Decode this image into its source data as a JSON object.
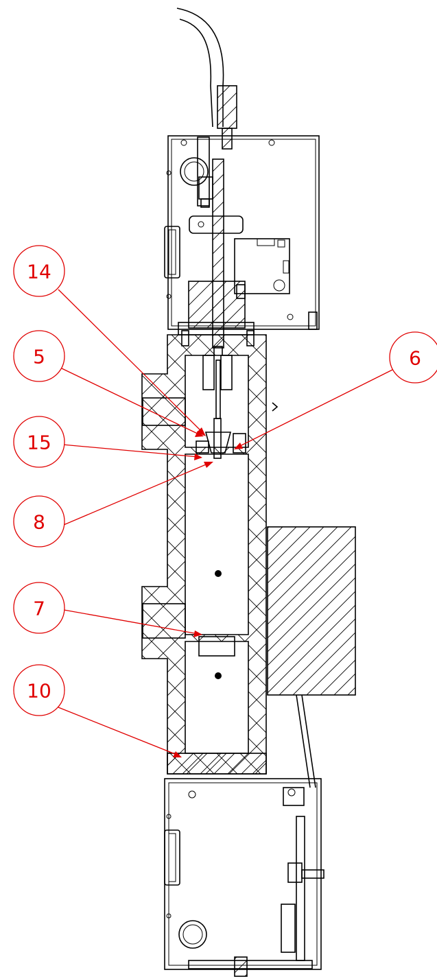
{
  "callouts": [
    {
      "id": "c14",
      "label": "14"
    },
    {
      "id": "c5",
      "label": "5"
    },
    {
      "id": "c15",
      "label": "15"
    },
    {
      "id": "c8",
      "label": "8"
    },
    {
      "id": "c6",
      "label": "6"
    },
    {
      "id": "c7",
      "label": "7"
    },
    {
      "id": "c10",
      "label": "10"
    }
  ],
  "colors": {
    "callout": "#e00000",
    "line": "#000000",
    "background": "#ffffff"
  }
}
